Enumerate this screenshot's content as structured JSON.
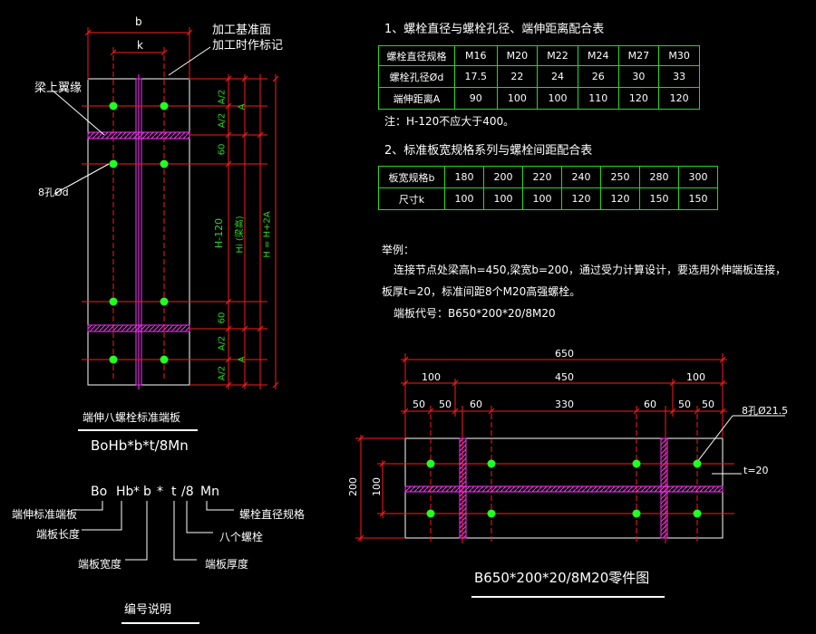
{
  "left_elevation": {
    "dim_b": "b",
    "dim_k": "k",
    "note_datum_line1": "加工基准面",
    "note_datum_line2": "加工时作标记",
    "label_flange": "梁上翼缘",
    "label_holes": "8孔Ød",
    "dim_A_half": "A/2",
    "dim_60": "60",
    "dim_H_minus_120": "H-120",
    "dim_Hi": "Hi (梁高)",
    "dim_H": "H = H+2A",
    "dim_A": "A",
    "title": "端伸八螺栓标准端板",
    "code": "BoHb*b*t/8Mn"
  },
  "table1": {
    "title": "1、螺栓直径与螺栓孔径、端伸距离配合表",
    "rows": [
      [
        "螺栓直径规格",
        "M16",
        "M20",
        "M22",
        "M24",
        "M27",
        "M30"
      ],
      [
        "螺栓孔径Ød",
        "17.5",
        "22",
        "24",
        "26",
        "30",
        "33"
      ],
      [
        "端伸距离A",
        "90",
        "100",
        "100",
        "110",
        "120",
        "120"
      ]
    ],
    "note": "注：H-120不应大于400。"
  },
  "table2": {
    "title": "2、标准板宽规格系列与螺栓间距配合表",
    "rows": [
      [
        "板宽规格b",
        "180",
        "200",
        "220",
        "240",
        "250",
        "280",
        "300"
      ],
      [
        "尺寸k",
        "100",
        "100",
        "100",
        "120",
        "120",
        "150",
        "150"
      ]
    ]
  },
  "example": {
    "label": "举例：",
    "line1": "连接节点处梁高h=450,梁宽b=200，通过受力计算设计，要选用外伸端板连接，",
    "line2": "板厚t=20，标准间距8个M20高强螺栓。",
    "line3": "端板代号：B650*200*20/8M20"
  },
  "part_drawing": {
    "dim_650": "650",
    "dim_100_left": "100",
    "dim_450": "450",
    "dim_100_right": "100",
    "dim_50_a": "50",
    "dim_50_b": "50",
    "dim_60_left": "60",
    "dim_330": "330",
    "dim_60_right": "60",
    "dim_50_c": "50",
    "dim_50_d": "50",
    "dim_200": "200",
    "dim_100_v": "100",
    "label_holes": "8孔Ø21.5",
    "label_t": "t=20",
    "title": "B650*200*20/8M20零件图"
  },
  "code_explain": {
    "code_Bo": "Bo",
    "code_Hb": "Hb",
    "code_star1": "*",
    "code_b": "b",
    "code_star2": "*",
    "code_t": "t",
    "code_slash8": "/8",
    "code_Mn": "Mn",
    "lbl_endplate": "端伸标准端板",
    "lbl_length": "端板长度",
    "lbl_width": "端板宽度",
    "lbl_thick": "端板厚度",
    "lbl_bolt_spec": "螺栓直径规格",
    "lbl_eight": "八个螺栓",
    "title": "编号说明"
  },
  "colors": {
    "dim": "#ff1a1a",
    "text": "#ffffff",
    "dim_text": "#23d923",
    "weld": "#ff33ff",
    "bolt": "#22ff22"
  }
}
